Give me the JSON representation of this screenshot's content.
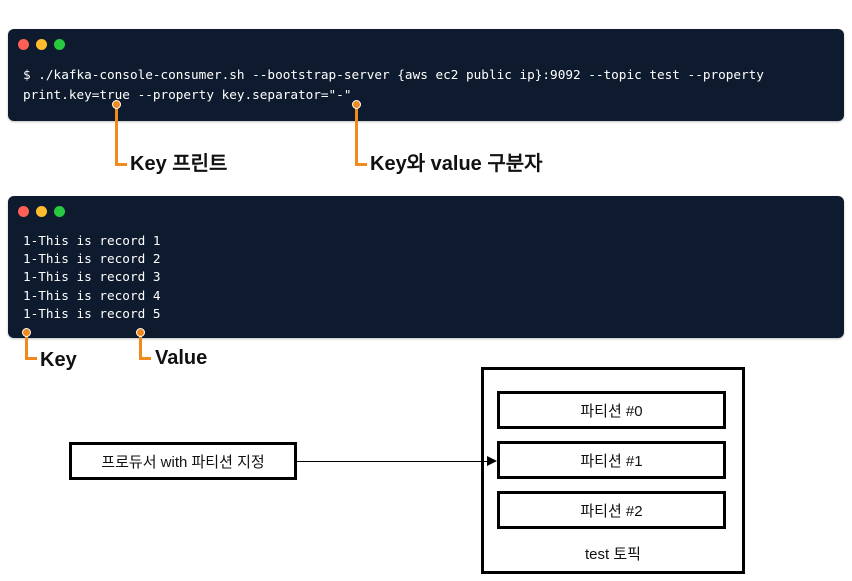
{
  "colors": {
    "terminal_bg": "#0e1b2e",
    "dot_red": "#ff5f56",
    "dot_yellow": "#ffbd2e",
    "dot_green": "#27c93f",
    "accent": "#f08a1c"
  },
  "terminal_top": {
    "command_line1": "$ ./kafka-console-consumer.sh --bootstrap-server {aws ec2 public ip}:9092 --topic test --property",
    "command_line2": "print.key=true --property key.separator=\"-\""
  },
  "annotations_top": {
    "key_print": "Key 프린트",
    "separator": "Key와 value 구분자"
  },
  "terminal_bottom": {
    "lines": [
      "1-This is record 1",
      "1-This is record 2",
      "1-This is record 3",
      "1-This is record 4",
      "1-This is record 5"
    ]
  },
  "annotations_bottom": {
    "key": "Key",
    "value": "Value"
  },
  "producer_box": "프로듀서 with 파티션 지정",
  "topic": {
    "label": "test 토픽",
    "partitions": [
      "파티션 #0",
      "파티션 #1",
      "파티션 #2"
    ]
  }
}
